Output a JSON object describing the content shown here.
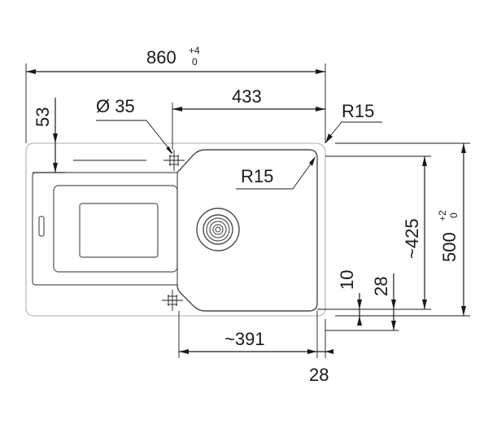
{
  "dimensions": {
    "overall_width": {
      "value": "860",
      "tol_upper": "+4",
      "tol_lower": "0"
    },
    "overall_depth": {
      "value": "500",
      "tol_upper": "+2",
      "tol_lower": "0"
    },
    "bowl_width": "433",
    "bowl_depth": "~425",
    "tap_hole": "Ø 35",
    "drainer_offset": "53",
    "corner_radius_outer": "R15",
    "corner_radius_bowl": "R15",
    "bowl_bottom_width": "~391",
    "right_margin": "28",
    "front_margin_a": "10",
    "front_margin_b": "28"
  },
  "colors": {
    "line": "#1a1a1a",
    "outline": "#bdbdbd"
  }
}
